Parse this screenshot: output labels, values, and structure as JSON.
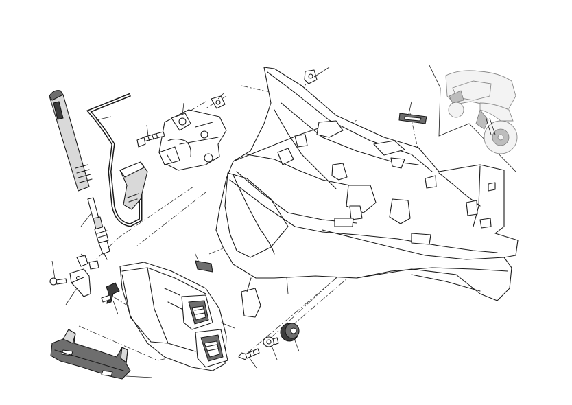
{
  "diagram": {
    "parts": [
      {
        "id": "ignition-cable",
        "icon": "ignition-cable-icon"
      },
      {
        "id": "spark-plug",
        "icon": "spark-plug-icon"
      },
      {
        "id": "ignition-coil",
        "icon": "ignition-coil-icon"
      },
      {
        "id": "coil-screw",
        "icon": "screw-icon"
      },
      {
        "id": "spring-nut",
        "icon": "clip-nut-icon"
      },
      {
        "id": "inner-fairing",
        "icon": "fairing-panel-icon"
      },
      {
        "id": "rubber-pad",
        "icon": "rubber-pad-icon"
      },
      {
        "id": "ecu",
        "icon": "ecu-icon"
      },
      {
        "id": "ecu-bracket",
        "icon": "bracket-icon"
      },
      {
        "id": "small-bracket",
        "icon": "bracket-icon"
      },
      {
        "id": "ecu-screw",
        "icon": "screw-icon"
      },
      {
        "id": "washer",
        "icon": "washer-icon"
      },
      {
        "id": "rubber-grommet",
        "icon": "grommet-icon"
      },
      {
        "id": "adhesive-pad",
        "icon": "pad-icon"
      },
      {
        "id": "cable-clip",
        "icon": "clip-icon"
      }
    ],
    "inset": {
      "icon": "motorcycle-icon"
    }
  }
}
